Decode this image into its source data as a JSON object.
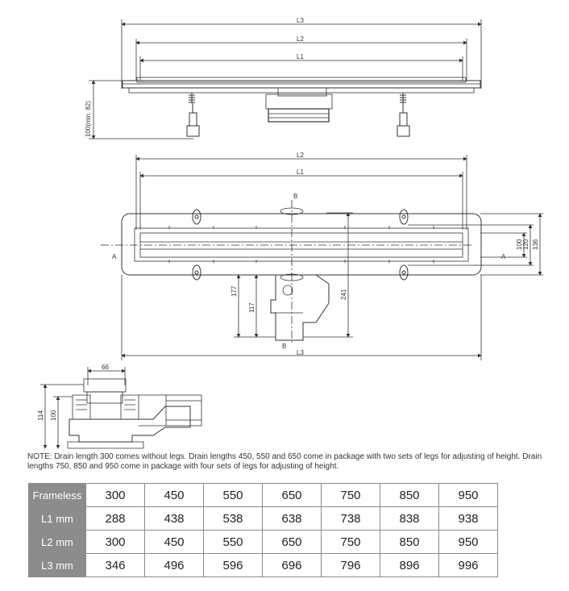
{
  "dimensions": {
    "top_view": {
      "l3": "L3",
      "l2": "L2",
      "l1": "L1",
      "height": "100(min. 82)"
    },
    "plan_view": {
      "l2": "L2",
      "l1": "L1",
      "l3": "L3",
      "section_a_left": "A",
      "section_a_right": "A",
      "section_b_top": "B",
      "section_b_bottom": "B",
      "d177": "177",
      "d117": "117",
      "d241": "241",
      "d100": "100",
      "d120": "120",
      "d136": "136"
    },
    "section_view": {
      "d66": "66",
      "d114": "114",
      "d100": "100"
    }
  },
  "note": "NOTE: Drain length 300 comes without legs. Drain lengths 450, 550 and 650 come in package with two sets of legs for adjusting of height. Drain lengths 750, 850 and 950 come in package with four sets of legs for adjusting of height.",
  "table": {
    "rows": [
      {
        "label": "Frameless",
        "values": [
          "300",
          "450",
          "550",
          "650",
          "750",
          "850",
          "950"
        ]
      },
      {
        "label": "L1 mm",
        "values": [
          "288",
          "438",
          "538",
          "638",
          "738",
          "838",
          "938"
        ]
      },
      {
        "label": "L2 mm",
        "values": [
          "300",
          "450",
          "550",
          "650",
          "750",
          "850",
          "950"
        ]
      },
      {
        "label": "L3 mm",
        "values": [
          "346",
          "496",
          "596",
          "696",
          "796",
          "896",
          "996"
        ]
      }
    ]
  }
}
